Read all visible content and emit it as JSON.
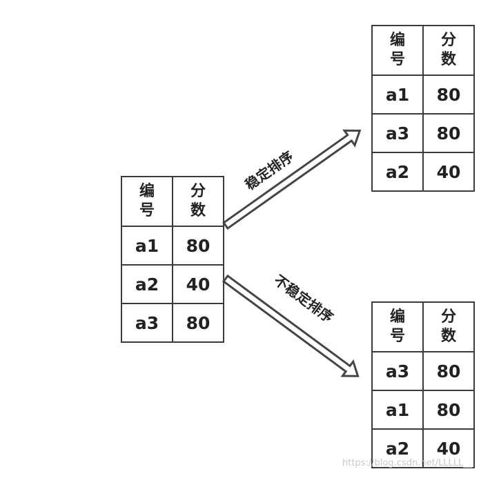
{
  "source_table": {
    "header": [
      "编",
      "号",
      "分",
      "数"
    ],
    "rows": [
      [
        "a1",
        "80"
      ],
      [
        "a2",
        "40"
      ],
      [
        "a3",
        "80"
      ]
    ]
  },
  "stable_table": {
    "header": [
      "编",
      "号",
      "分",
      "数"
    ],
    "rows": [
      [
        "a1",
        "80"
      ],
      [
        "a3",
        "80"
      ],
      [
        "a2",
        "40"
      ]
    ]
  },
  "unstable_table": {
    "header": [
      "编",
      "号",
      "分",
      "数"
    ],
    "rows": [
      [
        "a3",
        "80"
      ],
      [
        "a1",
        "80"
      ],
      [
        "a2",
        "40"
      ]
    ]
  },
  "arrow_labels": {
    "stable": "稳定排序",
    "unstable": "不稳定排序"
  },
  "watermark": "https://blog.csdn.net/LLLLL__"
}
